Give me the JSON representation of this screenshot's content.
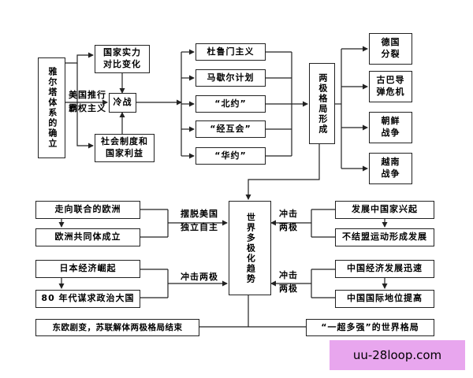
{
  "boxes": {
    "yalta": "雅尔塔体系的确立",
    "national_power": "国家实力\n对比变化",
    "cold_war": "冷战",
    "social_system": "社会制度和\n国家利益",
    "truman": "杜鲁门主义",
    "marshall": "马歇尔计划",
    "nato": "“北约”",
    "comecon": "“经互会”",
    "warsaw": "“华约”",
    "bipolar": "两极格局形成",
    "germany": "德国\n分裂",
    "cuba": "古巴导\n弹危机",
    "korea": "朝鲜\n战争",
    "vietnam": "越南\n战争",
    "europe_union_way": "走向联合的欧洲",
    "ec": "欧洲共同体成立",
    "japan_rise": "日本经济崛起",
    "japan_80s": "80 年代谋求政治大国",
    "multipolar": "世界多极化趋势",
    "third_world": "发展中国家兴起",
    "nam": "不结盟运动形成发展",
    "china_econ": "中国经济发展迅速",
    "china_status": "中国国际地位提高",
    "ussr_end": "东欧剧变，苏联解体两极格局结束",
    "one_super": "“一超多强”的世界格局"
  },
  "labels": {
    "us_hegemony": "美国推行\n霸权主义",
    "independence": "摆脱美国\n独立自主",
    "impact_bipolar_japan": "冲击两极",
    "impact_top": "冲击\n两极",
    "impact_bottom": "冲击\n两极"
  },
  "watermark": "uu-28loop.com"
}
